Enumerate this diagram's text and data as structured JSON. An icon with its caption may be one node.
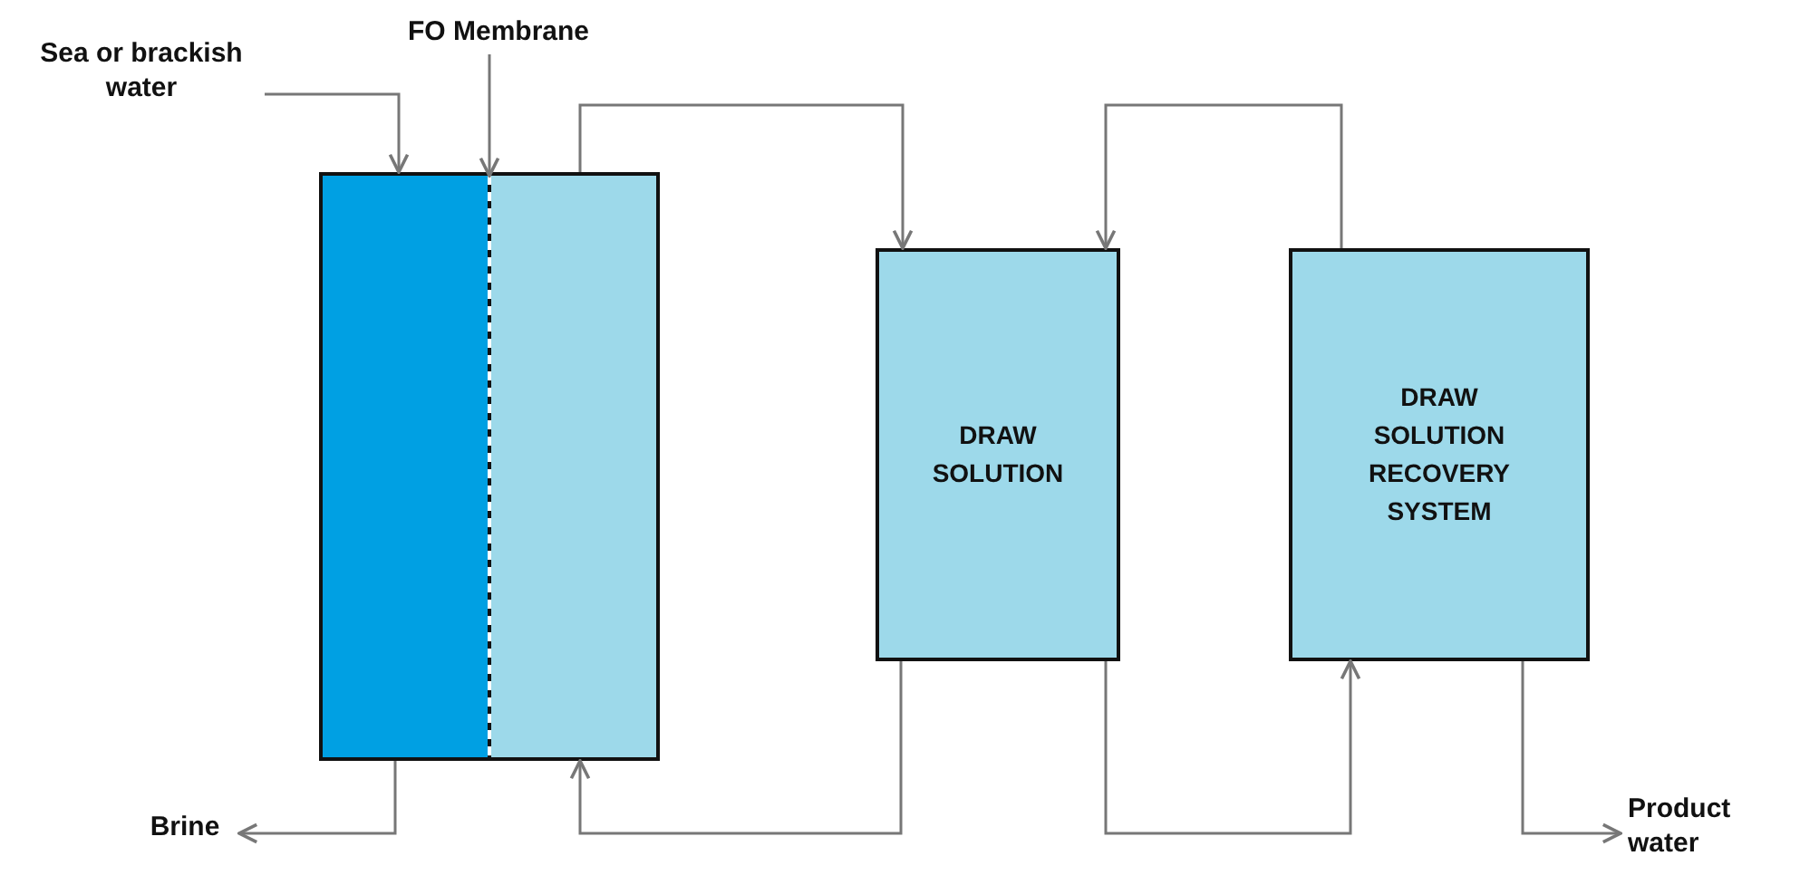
{
  "diagram": {
    "nodes": [
      {
        "text": [
          "Sea or brackish water"
        ]
      },
      {
        "text": [
          "FO Membrane"
        ]
      },
      {
        "text": [],
        "shape": "box"
      },
      {
        "text": [],
        "shape": "box"
      },
      {
        "text": [
          "DRAW SOLUTION"
        ]
      },
      {
        "text": [
          "DRAW SOLUTION RECOVERY SYSTEM"
        ]
      },
      {
        "text": [
          "Brine"
        ]
      },
      {
        "text": [
          "Product water"
        ]
      },
      {
        "text": [],
        "shape": "bar"
      }
    ],
    "edges": [
      {
        "from": 0,
        "to": 2,
        "arrow": "to"
      },
      {
        "from": 1,
        "to": 8,
        "arrow": "to"
      },
      {
        "from": 3,
        "to": 4,
        "arrow": "to"
      },
      {
        "from": 5,
        "to": 4,
        "arrow": "to"
      },
      {
        "from": 4,
        "to": 3,
        "arrow": "to"
      },
      {
        "from": 4,
        "to": 5,
        "arrow": "to"
      },
      {
        "from": 2,
        "to": 6,
        "arrow": "to"
      },
      {
        "from": 5,
        "to": 7,
        "arrow": "to"
      }
    ]
  }
}
